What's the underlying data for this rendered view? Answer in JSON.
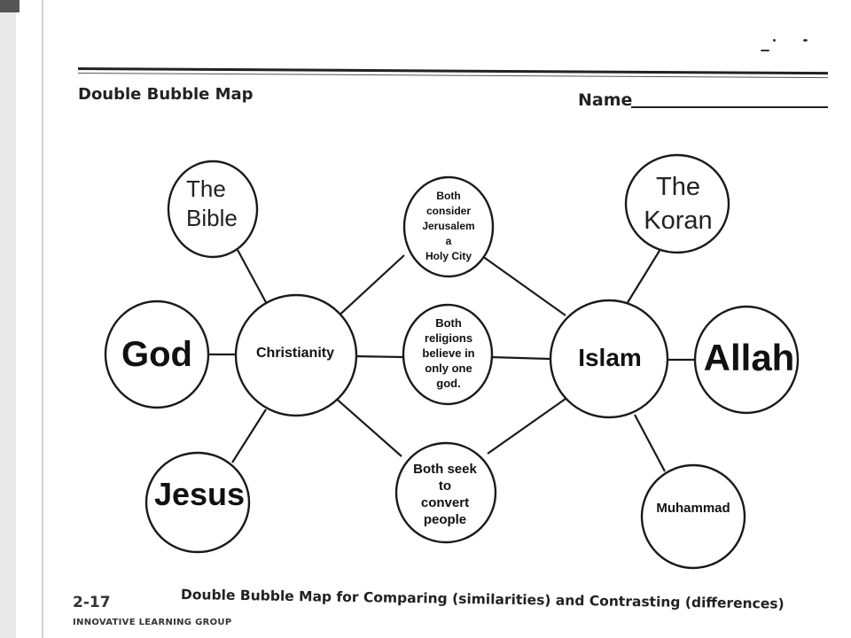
{
  "worksheet": {
    "title": "Double Bubble Map",
    "name_label": "Name",
    "page_code": "2-17",
    "publisher": "INNOVATIVE LEARNING GROUP",
    "caption": "Double Bubble Map for Comparing (similarities) and Contrasting (differences)"
  },
  "map": {
    "left_topic": "Christianity",
    "right_topic": "Islam",
    "left_attributes": {
      "scripture": [
        "The",
        "Bible"
      ],
      "deity": "God",
      "figure": "Jesus"
    },
    "right_attributes": {
      "scripture": [
        "The",
        "Koran"
      ],
      "deity": "Allah",
      "figure": "Muhammad"
    },
    "similarities": {
      "top": [
        "Both",
        "consider",
        "Jerusalem",
        "a",
        "Holy City"
      ],
      "middle": [
        "Both",
        "religions",
        "believe in",
        "only one",
        "god."
      ],
      "bottom": [
        "Both seek",
        "to",
        "convert",
        "people"
      ]
    }
  },
  "colors": {
    "ink": "#111111",
    "paper": "#ffffff"
  }
}
